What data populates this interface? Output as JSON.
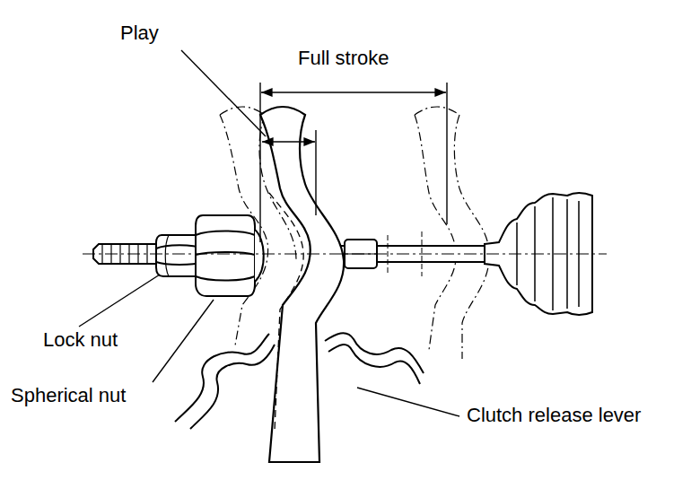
{
  "diagram": {
    "labels": [
      "Play",
      "Full stroke",
      "Lock nut",
      "Spherical nut",
      "Clutch release lever"
    ]
  }
}
